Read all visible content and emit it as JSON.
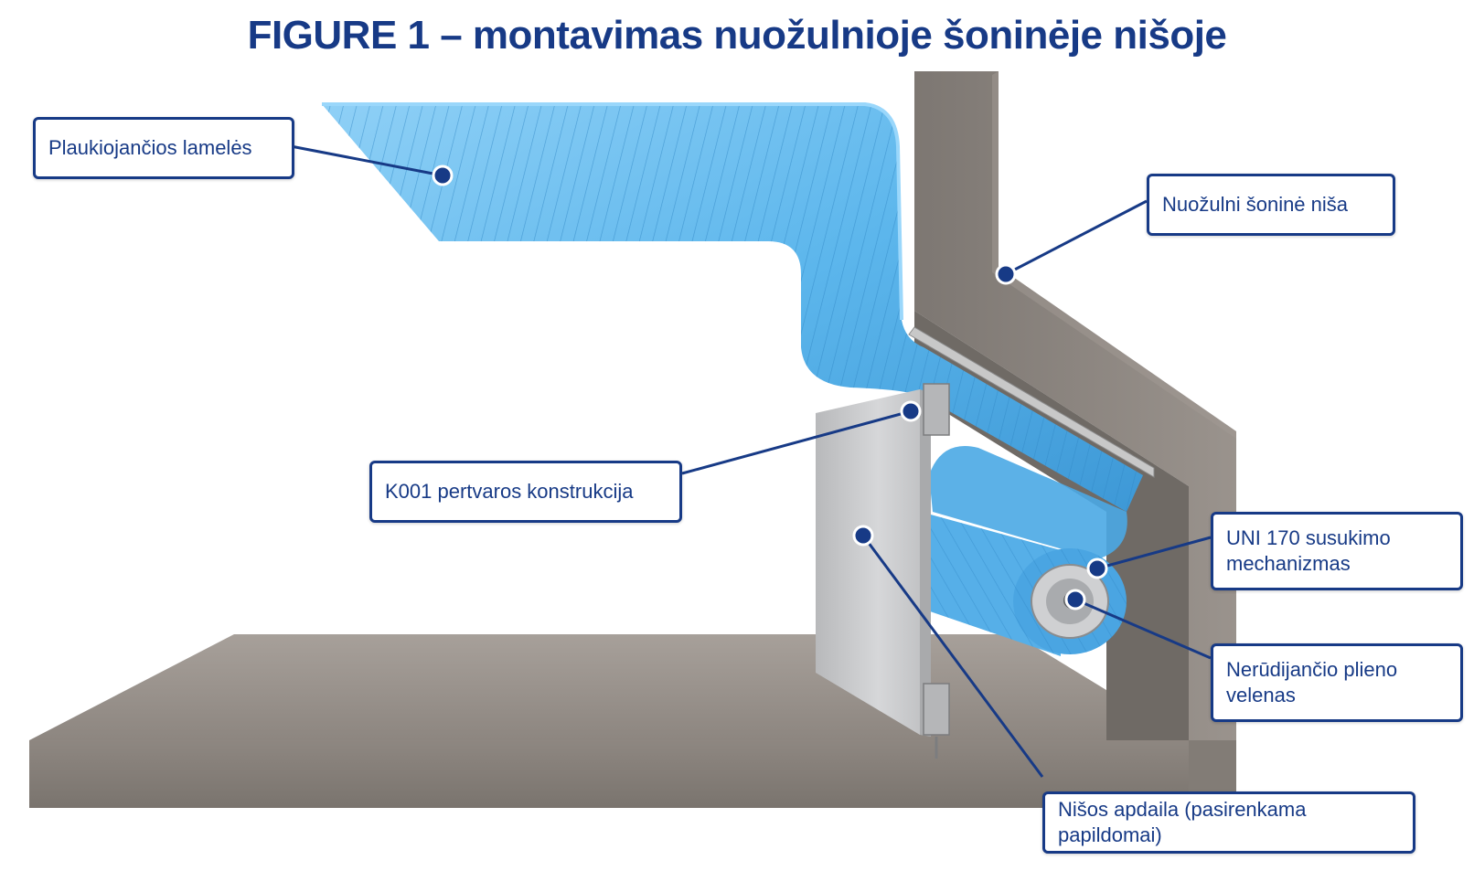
{
  "title": "FIGURE 1 – montavimas nuožulnioje šoninėje nišoje",
  "labels": {
    "lamels": "Plaukiojančios lamelės",
    "niche": "Nuožulni šoninė niša",
    "partition": "K001 pertvaros konstrukcija",
    "mechanism": "UNI 170 susukimo mechanizmas",
    "shaft": "Nerūdijančio plieno velenas",
    "finish": "Nišos apdaila (pasirenkama papildomai)"
  },
  "colors": {
    "brand": "#173a86",
    "slats": "#5cb6ec",
    "concrete": "#8f8882",
    "panel": "#c9cacc"
  }
}
